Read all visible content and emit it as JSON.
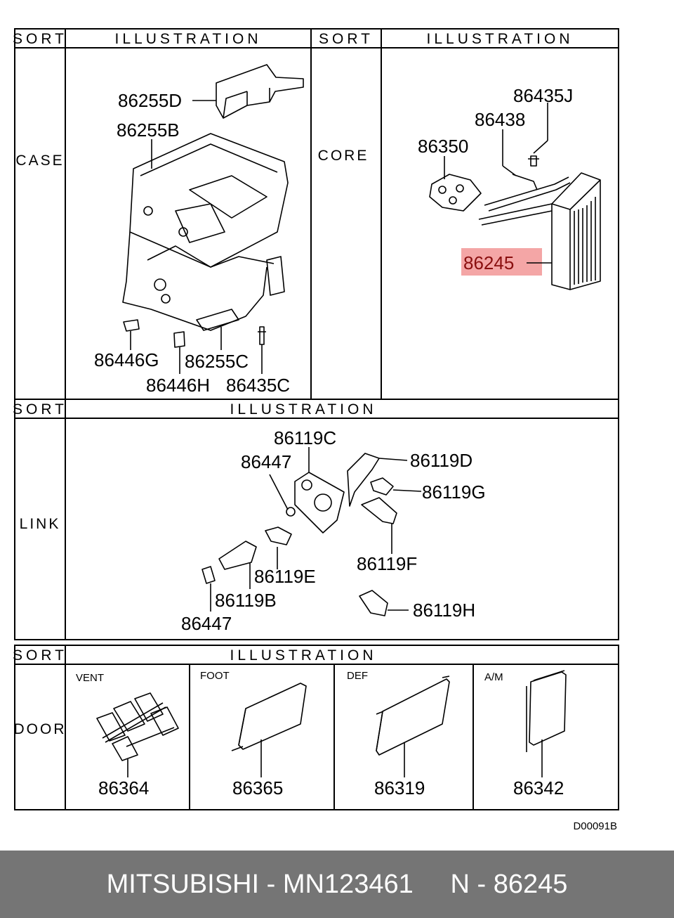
{
  "headers": {
    "sort": "SORT",
    "illustration": "ILLUSTRATION"
  },
  "rows": {
    "case": "CASE",
    "core": "CORE",
    "link": "LINK",
    "door": "DOOR"
  },
  "parts": {
    "case": [
      "86255D",
      "86255B",
      "86446G",
      "86255C",
      "86446H",
      "86435C"
    ],
    "core": [
      "86435J",
      "86438",
      "86350",
      "86245"
    ],
    "link": [
      "86119C",
      "86447",
      "86119D",
      "86119G",
      "86119E",
      "86119F",
      "86119B",
      "86447",
      "86119H"
    ],
    "door": [
      "86364",
      "86365",
      "86319",
      "86342"
    ]
  },
  "door_labels": [
    "VENT",
    "FOOT",
    "DEF",
    "A/M"
  ],
  "highlighted_part": "86245",
  "highlight_color": "#f4a6a6",
  "drawing_number": "D00091B",
  "footer": {
    "brand": "MITSUBISHI",
    "part_number": "MN123461",
    "ref": "N - 86245",
    "separator": " - "
  },
  "colors": {
    "footer_bg": "#757575",
    "footer_text": "#ffffff"
  }
}
